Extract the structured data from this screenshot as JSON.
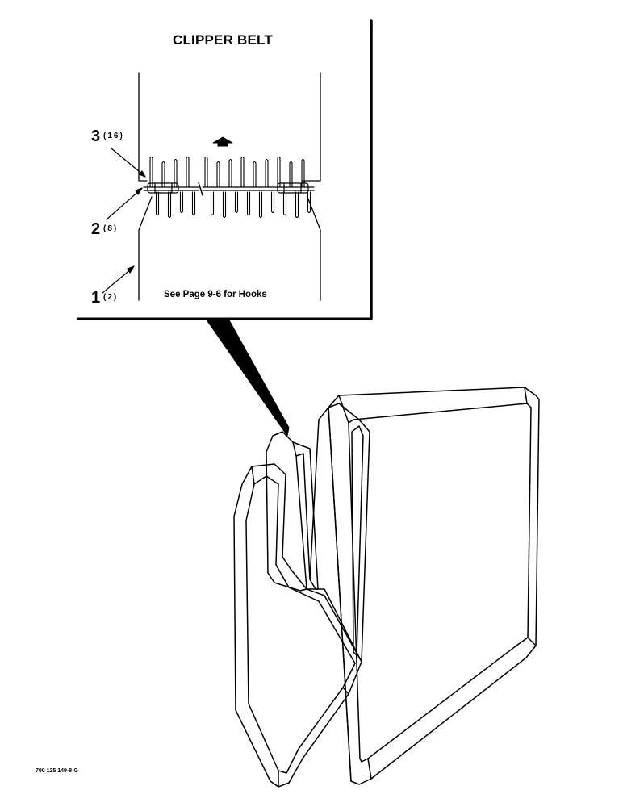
{
  "detail": {
    "title": "CLIPPER BELT",
    "note": "See Page 9-6 for Hooks",
    "callouts": [
      {
        "number": "3",
        "quantity": "(16)"
      },
      {
        "number": "2",
        "quantity": "(8)"
      },
      {
        "number": "1",
        "quantity": "(2)"
      }
    ]
  },
  "figure_id": "700 125 149-8-G",
  "colors": {
    "ink": "#000000",
    "paper": "#ffffff"
  }
}
